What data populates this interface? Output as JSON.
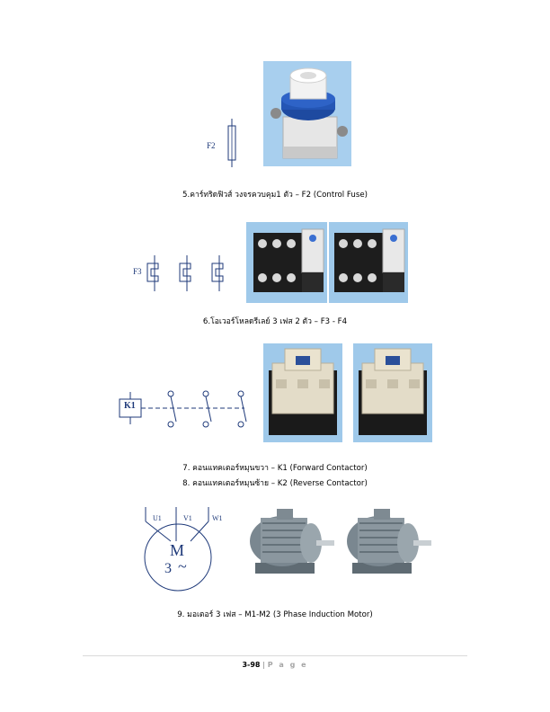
{
  "items": [
    {
      "symbol_label": "F2",
      "caption": "5.คาร์ทริดฟิวส์ วงจรควบคุม1 ตัว – F2 (Control Fuse)"
    },
    {
      "symbol_label": "F3",
      "caption": "6.โอเวอร์โหลดรีเลย์ 3 เฟส 2 ตัว –  F3 - F4"
    },
    {
      "symbol_label": "K1",
      "caption_lines": [
        "7. คอนแทคเตอร์หมุนขวา –  K1 (Forward Contactor)",
        "8. คอนแทคเตอร์หมุนซ้าย – K2 (Reverse Contactor)"
      ]
    },
    {
      "terminals": [
        "U1",
        "V1",
        "W1"
      ],
      "motor_letter": "M",
      "motor_phase": "3",
      "motor_wave": "~",
      "caption": "9. มอเตอร์ 3 เฟส – M1-M2 (3 Phase Induction Motor)"
    }
  ],
  "footer": {
    "page_number": "3-98",
    "separator": "|",
    "page_word": "P a g e"
  },
  "colors": {
    "symbol_blue": "#1f3a7a",
    "photo_bg": "#9fc9ea"
  },
  "icons": [
    "fuse-photo",
    "overload-relay-photo",
    "contactor-photo",
    "induction-motor-photo"
  ]
}
